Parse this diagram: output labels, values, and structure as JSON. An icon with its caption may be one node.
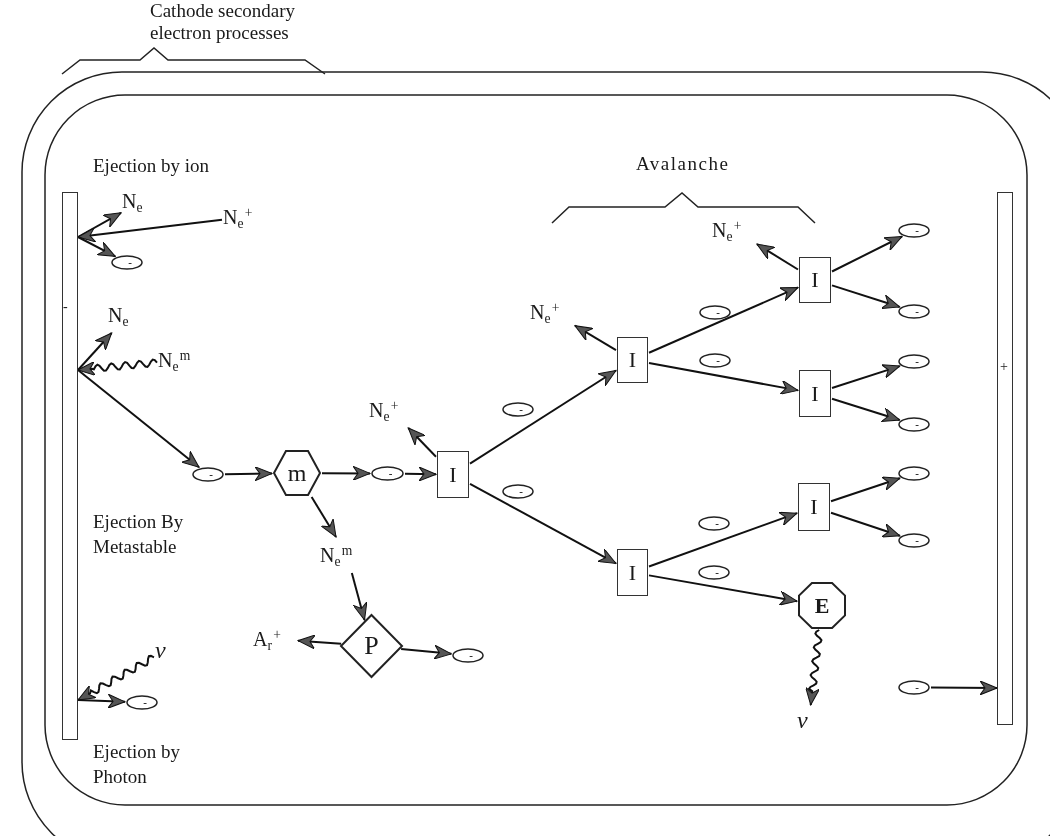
{
  "diagram": {
    "nodes": [
      {
        "text": [],
        "shape": "bar"
      },
      {
        "text": [],
        "shape": "bar"
      },
      {
        "text": [
          "N$_{e}$"
        ]
      },
      {
        "text": [
          "N$_{e}$$^{+}$"
        ]
      },
      {
        "text": [
          "-"
        ]
      },
      {
        "text": [
          "N$_{e}$"
        ]
      },
      {
        "text": [
          "N$_{e}$$^{m}$"
        ]
      },
      {
        "text": [
          "-"
        ]
      },
      {
        "text": [
          "m"
        ]
      },
      {
        "text": [
          "-"
        ]
      },
      {
        "text": [
          "I"
        ]
      },
      {
        "text": [
          "N$_{e}$$^{+}$"
        ]
      },
      {
        "text": [
          "N$_{e}$$^{m}$"
        ]
      },
      {
        "text": [
          "P"
        ]
      },
      {
        "text": [
          "A$_{r}$$^{+}$"
        ]
      },
      {
        "text": [
          "-"
        ]
      },
      {
        "text": [
          "ν"
        ]
      },
      {
        "text": [
          "-"
        ]
      },
      {
        "text": [
          "-"
        ]
      },
      {
        "text": [
          "-"
        ]
      },
      {
        "text": [
          "I"
        ]
      },
      {
        "text": [
          "I"
        ]
      },
      {
        "text": [
          "N$_{e}$$^{+}$"
        ]
      },
      {
        "text": [
          "-"
        ]
      },
      {
        "text": [
          "-"
        ]
      },
      {
        "text": [
          "-"
        ]
      },
      {
        "text": [
          "-"
        ]
      },
      {
        "text": [
          "I"
        ]
      },
      {
        "text": [
          "N$_{e}$$^{+}$"
        ]
      },
      {
        "text": [
          "I"
        ]
      },
      {
        "text": [
          "I"
        ]
      },
      {
        "text": [
          "E"
        ]
      },
      {
        "text": [
          "ν"
        ]
      },
      {
        "text": [
          "-"
        ]
      },
      {
        "text": [
          "-"
        ]
      },
      {
        "text": [
          "-"
        ]
      },
      {
        "text": [
          "-"
        ]
      },
      {
        "text": [
          "-"
        ]
      },
      {
        "text": [
          "-"
        ]
      },
      {
        "text": [
          "-"
        ]
      }
    ],
    "edges": [
      {
        "from": 0,
        "to": 2,
        "arrow": "to"
      },
      {
        "from": 3,
        "to": 0,
        "arrow": "to"
      },
      {
        "from": 0,
        "to": 4,
        "arrow": "to"
      },
      {
        "from": 0,
        "to": 5,
        "arrow": "to"
      },
      {
        "from": 6,
        "to": 0,
        "arrow": "to"
      },
      {
        "from": 0,
        "to": 7,
        "arrow": "to"
      },
      {
        "from": 7,
        "to": 8,
        "arrow": "to"
      },
      {
        "from": 8,
        "to": 9,
        "arrow": "to"
      },
      {
        "from": 9,
        "to": 10,
        "arrow": "to"
      },
      {
        "from": 10,
        "to": 11,
        "arrow": "to"
      },
      {
        "from": 8,
        "to": 12,
        "arrow": "to"
      },
      {
        "from": 12,
        "to": 13,
        "arrow": "to"
      },
      {
        "from": 13,
        "to": 14,
        "arrow": "to"
      },
      {
        "from": 13,
        "to": 15,
        "arrow": "to"
      },
      {
        "from": 16,
        "to": 0,
        "arrow": "to"
      },
      {
        "from": 0,
        "to": 17,
        "arrow": "to"
      },
      {
        "from": 10,
        "to": 20,
        "arrow": "to"
      },
      {
        "from": 10,
        "to": 21,
        "arrow": "to"
      },
      {
        "from": 20,
        "to": 22,
        "arrow": "to"
      },
      {
        "from": 20,
        "to": 27,
        "arrow": "to"
      },
      {
        "from": 20,
        "to": 29,
        "arrow": "to"
      },
      {
        "from": 21,
        "to": 30,
        "arrow": "to"
      },
      {
        "from": 21,
        "to": 31,
        "arrow": "to"
      },
      {
        "from": 27,
        "to": 28,
        "arrow": "to"
      },
      {
        "from": 27,
        "to": 33,
        "arrow": "to"
      },
      {
        "from": 27,
        "to": 34,
        "arrow": "to"
      },
      {
        "from": 29,
        "to": 35,
        "arrow": "to"
      },
      {
        "from": 29,
        "to": 36,
        "arrow": "to"
      },
      {
        "from": 30,
        "to": 37,
        "arrow": "to"
      },
      {
        "from": 30,
        "to": 38,
        "arrow": "to"
      },
      {
        "from": 31,
        "to": 32,
        "arrow": "to"
      },
      {
        "from": 39,
        "to": 1,
        "arrow": "to"
      }
    ],
    "labels": [
      "Cathode secondary electron processes",
      "Ejection by ion",
      "Avalanche",
      "-",
      "Ejection By Metastable",
      "+",
      "Ejection by Photon"
    ]
  }
}
